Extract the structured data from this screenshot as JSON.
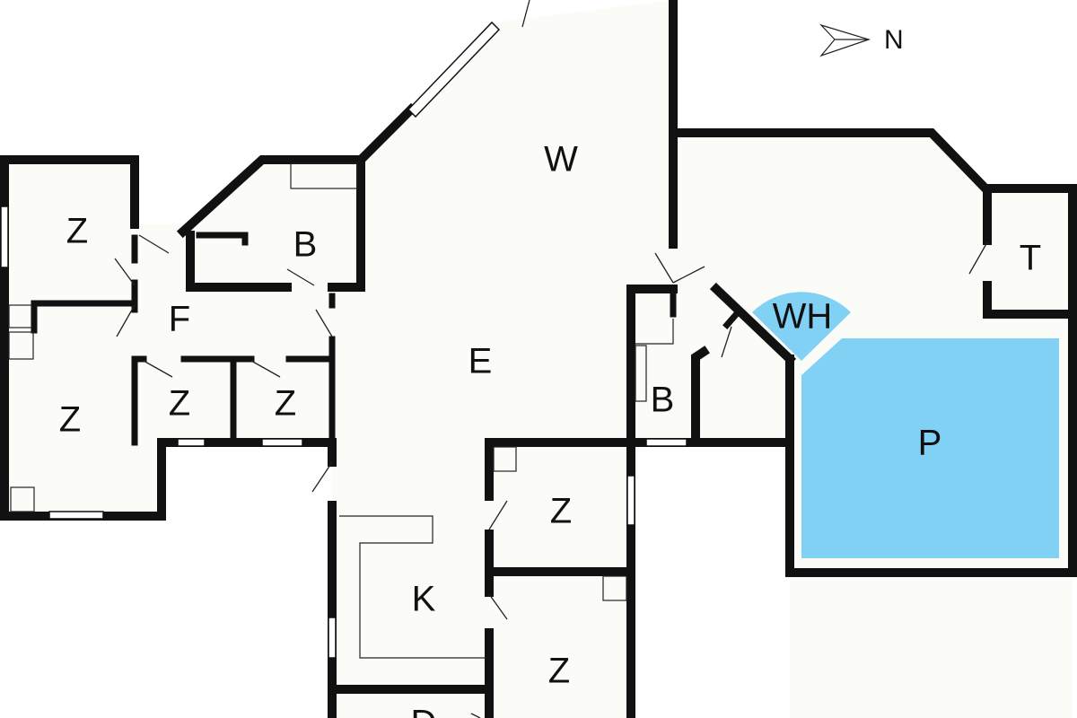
{
  "rooms": {
    "w": "W",
    "e": "E",
    "b1": "B",
    "b2": "B",
    "f": "F",
    "z1": "Z",
    "z2": "Z",
    "z3": "Z",
    "z4": "Z",
    "z5": "Z",
    "z6": "Z",
    "k": "K",
    "d": "D",
    "t": "T",
    "wh": "WH",
    "p": "P"
  },
  "compass": {
    "label": "N"
  },
  "colors": {
    "pool": "#80d1f4",
    "wall": "#111111",
    "floor": "#fbfcf8"
  }
}
